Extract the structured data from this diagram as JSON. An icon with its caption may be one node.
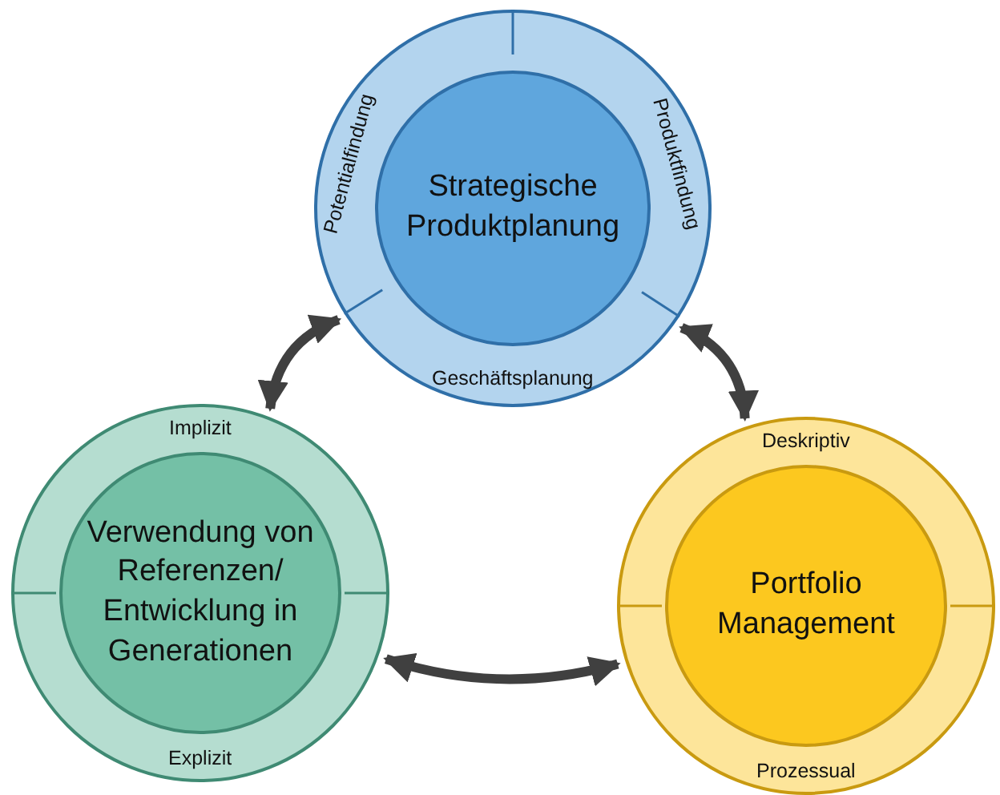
{
  "diagram": {
    "nodes": [
      {
        "text": [
          "Potentialfindung",
          "Produktfindung",
          "Geschäftsplanung"
        ]
      },
      {
        "text": [
          "Strategische Produktplanung"
        ],
        "in": 0
      },
      {
        "text": [
          "Implizit",
          "Explizit"
        ]
      },
      {
        "text": [
          "Verwendung von Referenzen/ Entwicklung in Generationen"
        ],
        "in": 2
      },
      {
        "text": [
          "Deskriptiv",
          "Prozessual"
        ]
      },
      {
        "text": [
          "Portfolio Management"
        ],
        "in": 4
      }
    ],
    "edges": [
      {
        "from": 0,
        "to": 4,
        "arrow": "both"
      },
      {
        "from": 4,
        "to": 2,
        "arrow": "both"
      },
      {
        "from": 2,
        "to": 0,
        "arrow": "both"
      }
    ]
  }
}
